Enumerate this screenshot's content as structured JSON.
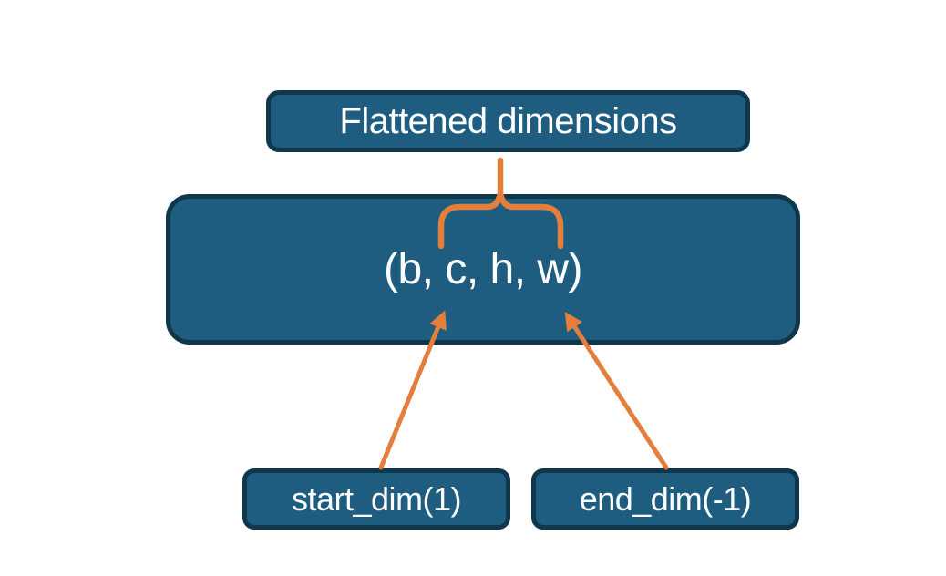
{
  "colors": {
    "background": "#FFFFFF",
    "node_fill": "#1E5D80",
    "node_border": "#0E374B",
    "connector": "#E47E3C",
    "label_text": "#FFFFFF"
  },
  "diagram": {
    "flattened_box": {
      "label": "Flattened dimensions"
    },
    "tensor_box": {
      "label": "(b, c, h, w)"
    },
    "start_dim_box": {
      "label": "start_dim(1)"
    },
    "end_dim_box": {
      "label": "end_dim(-1)"
    },
    "connector_icons": {
      "brace": "curly-brace-up",
      "stem": "vertical-line",
      "start_arrow": "arrow-up-right",
      "end_arrow": "arrow-up-left"
    }
  }
}
